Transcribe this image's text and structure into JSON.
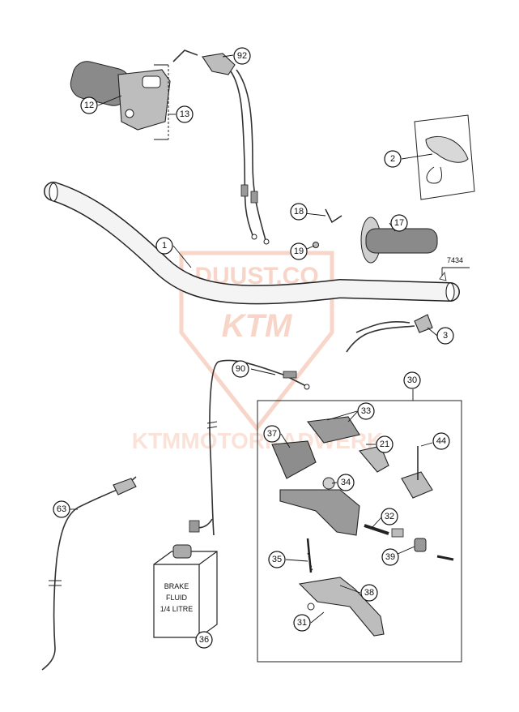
{
  "watermark": {
    "top_text": "DUUST.CO",
    "logo_text": "KTM",
    "bottom_text": "KTMMOTORRADWERK",
    "color": "#f2c6b4"
  },
  "callouts": {
    "c1": "1",
    "c2": "2",
    "c3": "3",
    "c12": "12",
    "c13": "13",
    "c17": "17",
    "c18": "18",
    "c19": "19",
    "c21": "21",
    "c30": "30",
    "c31": "31",
    "c32": "32",
    "c33": "33",
    "c34": "34",
    "c35": "35",
    "c36": "36",
    "c37": "37",
    "c38": "38",
    "c39": "39",
    "c44": "44",
    "c63": "63",
    "c90": "90",
    "c92": "92"
  },
  "ref_label": "7434",
  "fluid_can": {
    "line1": "BRAKE",
    "line2": "FLUID",
    "line3": "1/4 LITRE"
  }
}
